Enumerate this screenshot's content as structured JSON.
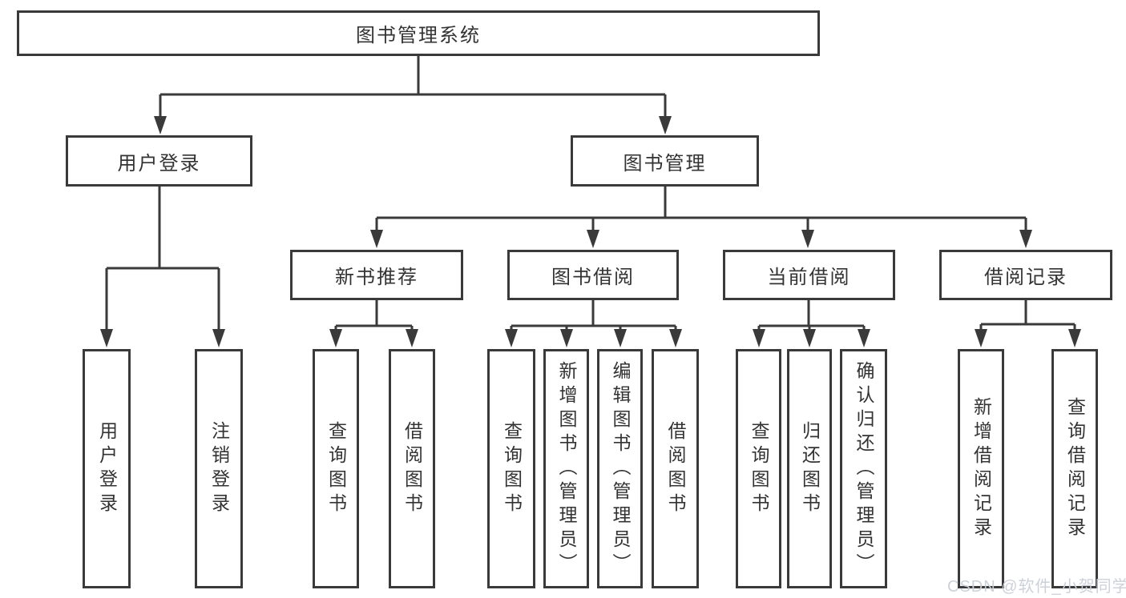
{
  "diagram": {
    "title": "图书管理系统",
    "tree": {
      "label": "图书管理系统",
      "children": [
        {
          "label": "用户登录",
          "children": [
            {
              "label": "用户登录"
            },
            {
              "label": "注销登录"
            }
          ]
        },
        {
          "label": "图书管理",
          "children": [
            {
              "label": "新书推荐",
              "children": [
                {
                  "label": "查询图书"
                },
                {
                  "label": "借阅图书"
                }
              ]
            },
            {
              "label": "图书借阅",
              "children": [
                {
                  "label": "查询图书"
                },
                {
                  "label": "新增图书（管理员）"
                },
                {
                  "label": "编辑图书（管理员）"
                },
                {
                  "label": "借阅图书"
                }
              ]
            },
            {
              "label": "当前借阅",
              "children": [
                {
                  "label": "查询图书"
                },
                {
                  "label": "归还图书"
                },
                {
                  "label": "确认归还（管理员）"
                }
              ]
            },
            {
              "label": "借阅记录",
              "children": [
                {
                  "label": "新增借阅记录"
                },
                {
                  "label": "查询借阅记录"
                }
              ]
            }
          ]
        }
      ]
    },
    "watermark": "CSDN @软件_小贺同学",
    "colors": {
      "line": "#3a3a3a",
      "box_background": "#ffffff",
      "text": "#333333",
      "watermark": "#cbcfd7"
    }
  }
}
